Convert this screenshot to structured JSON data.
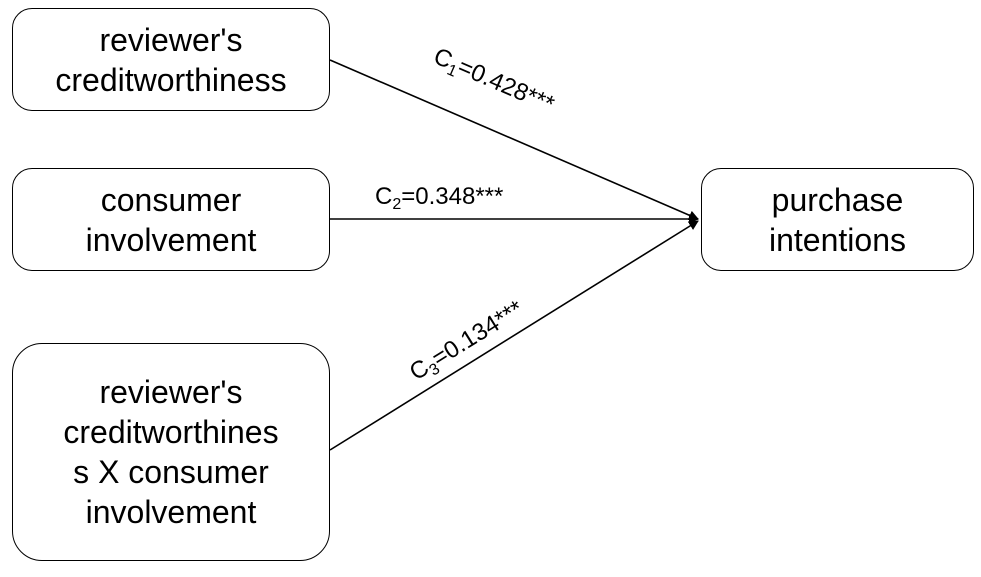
{
  "nodes": {
    "reviewer_creditworthiness": "reviewer's\ncreditworthiness",
    "consumer_involvement": "consumer\ninvolvement",
    "interaction": "reviewer's\ncreditworthines\ns X consumer\ninvolvement",
    "purchase_intentions": "purchase\nintentions"
  },
  "paths": {
    "c1": {
      "letter": "C",
      "subscript": "1",
      "coefficient": "=0.428***"
    },
    "c2": {
      "letter": "C",
      "subscript": "2",
      "coefficient": "=0.348***"
    },
    "c3": {
      "letter": "C",
      "subscript": "3",
      "coefficient": "=0.134***"
    }
  },
  "colors": {
    "stroke": "#000000",
    "background": "#ffffff"
  }
}
